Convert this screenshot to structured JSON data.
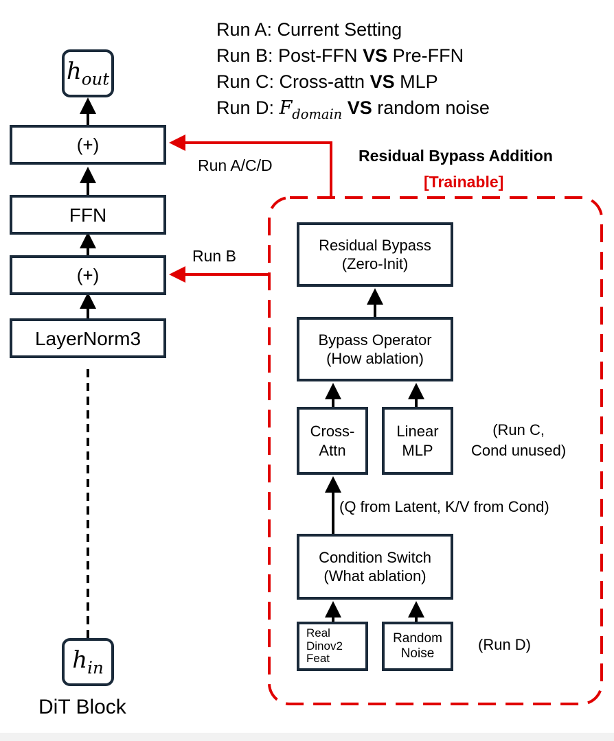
{
  "legend": {
    "run_a": "Run A: Current Setting",
    "run_b_prefix": "Run B: Post-FFN",
    "run_b_vs": "VS",
    "run_b_suffix": "Pre-FFN",
    "run_c_prefix": "Run C: Cross-attn",
    "run_c_vs": "VS",
    "run_c_suffix": "MLP",
    "run_d_prefix": "Run D:",
    "run_d_math_base": "F",
    "run_d_math_sub": "domain",
    "run_d_vs": "VS",
    "run_d_suffix": "random noise"
  },
  "dit": {
    "h_out_base": "h",
    "h_out_sub": "out",
    "add_top": "(+)",
    "ffn": "FFN",
    "add_bottom": "(+)",
    "layernorm": "LayerNorm3",
    "h_in_base": "h",
    "h_in_sub": "in",
    "caption": "DiT Block"
  },
  "arrows": {
    "run_acd": "Run A/C/D",
    "run_b": "Run B"
  },
  "bypass": {
    "title": "Residual Bypass Addition",
    "trainable": "[Trainable]",
    "residual_line1": "Residual Bypass",
    "residual_line2": "(Zero-Init)",
    "operator_line1": "Bypass Operator",
    "operator_line2": "(How ablation)",
    "cross_line1": "Cross-",
    "cross_line2": "Attn",
    "linear_line1": "Linear",
    "linear_line2": "MLP",
    "run_c_note_line1": "(Run C,",
    "run_c_note_line2": "Cond unused)",
    "qkv_note": "(Q from Latent, K/V from Cond)",
    "switch_line1": "Condition Switch",
    "switch_line2": "(What ablation)",
    "real_line1": "Real",
    "real_line2": "Dinov2",
    "real_line3": "Feat",
    "noise_line1": "Random",
    "noise_line2": "Noise",
    "run_d_note": "(Run D)"
  },
  "colors": {
    "box_border": "#1a2a3a",
    "accent_red": "#e00000"
  }
}
